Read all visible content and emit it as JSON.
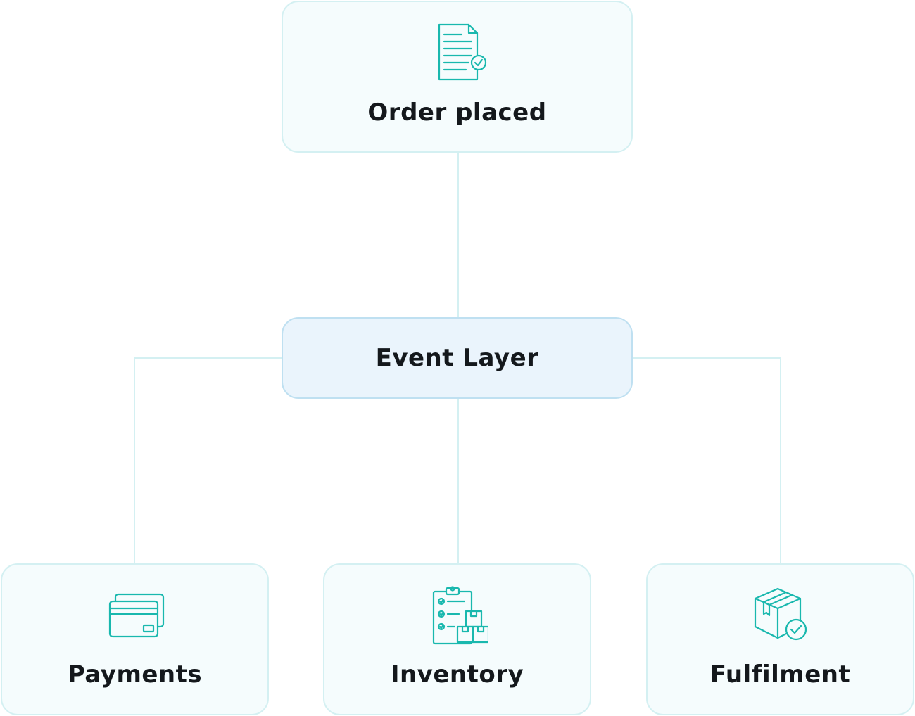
{
  "nodes": {
    "order": {
      "label": "Order placed",
      "icon": "document-check-icon"
    },
    "event_layer": {
      "label": "Event Layer"
    },
    "payments": {
      "label": "Payments",
      "icon": "credit-card-icon"
    },
    "inventory": {
      "label": "Inventory",
      "icon": "clipboard-boxes-icon"
    },
    "fulfilment": {
      "label": "Fulfilment",
      "icon": "package-check-icon"
    }
  },
  "colors": {
    "icon_stroke": "#19b8ae",
    "connector": "#d4f0f2",
    "node_border": "#d4f0f2",
    "node_fill": "#f5fcfd",
    "event_fill": "#eaf4fc",
    "event_border": "#bfe0f1",
    "text": "#14181c"
  }
}
